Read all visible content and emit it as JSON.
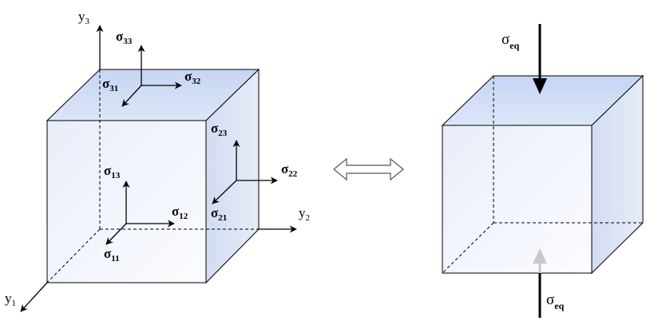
{
  "left_cube": {
    "axes": {
      "y1": {
        "base": "y",
        "sub": "1"
      },
      "y2": {
        "base": "y",
        "sub": "2"
      },
      "y3": {
        "base": "y",
        "sub": "3"
      }
    },
    "stresses": {
      "s11": {
        "base": "σ",
        "sub": "11"
      },
      "s12": {
        "base": "σ",
        "sub": "12"
      },
      "s13": {
        "base": "σ",
        "sub": "13"
      },
      "s21": {
        "base": "σ",
        "sub": "21"
      },
      "s22": {
        "base": "σ",
        "sub": "22"
      },
      "s23": {
        "base": "σ",
        "sub": "23"
      },
      "s31": {
        "base": "σ",
        "sub": "31"
      },
      "s32": {
        "base": "σ",
        "sub": "32"
      },
      "s33": {
        "base": "σ",
        "sub": "33"
      }
    }
  },
  "right_cube": {
    "top_load": {
      "base": "σ",
      "sub": "eq"
    },
    "bottom_load": {
      "base": "σ",
      "sub": "eq"
    }
  },
  "colors": {
    "outline": "#000000",
    "top_face": "#cfdcf5",
    "front_face": "#f2f5fc",
    "side_face": "#d9e1f3",
    "gray_arrow": "#c8c8c8"
  }
}
